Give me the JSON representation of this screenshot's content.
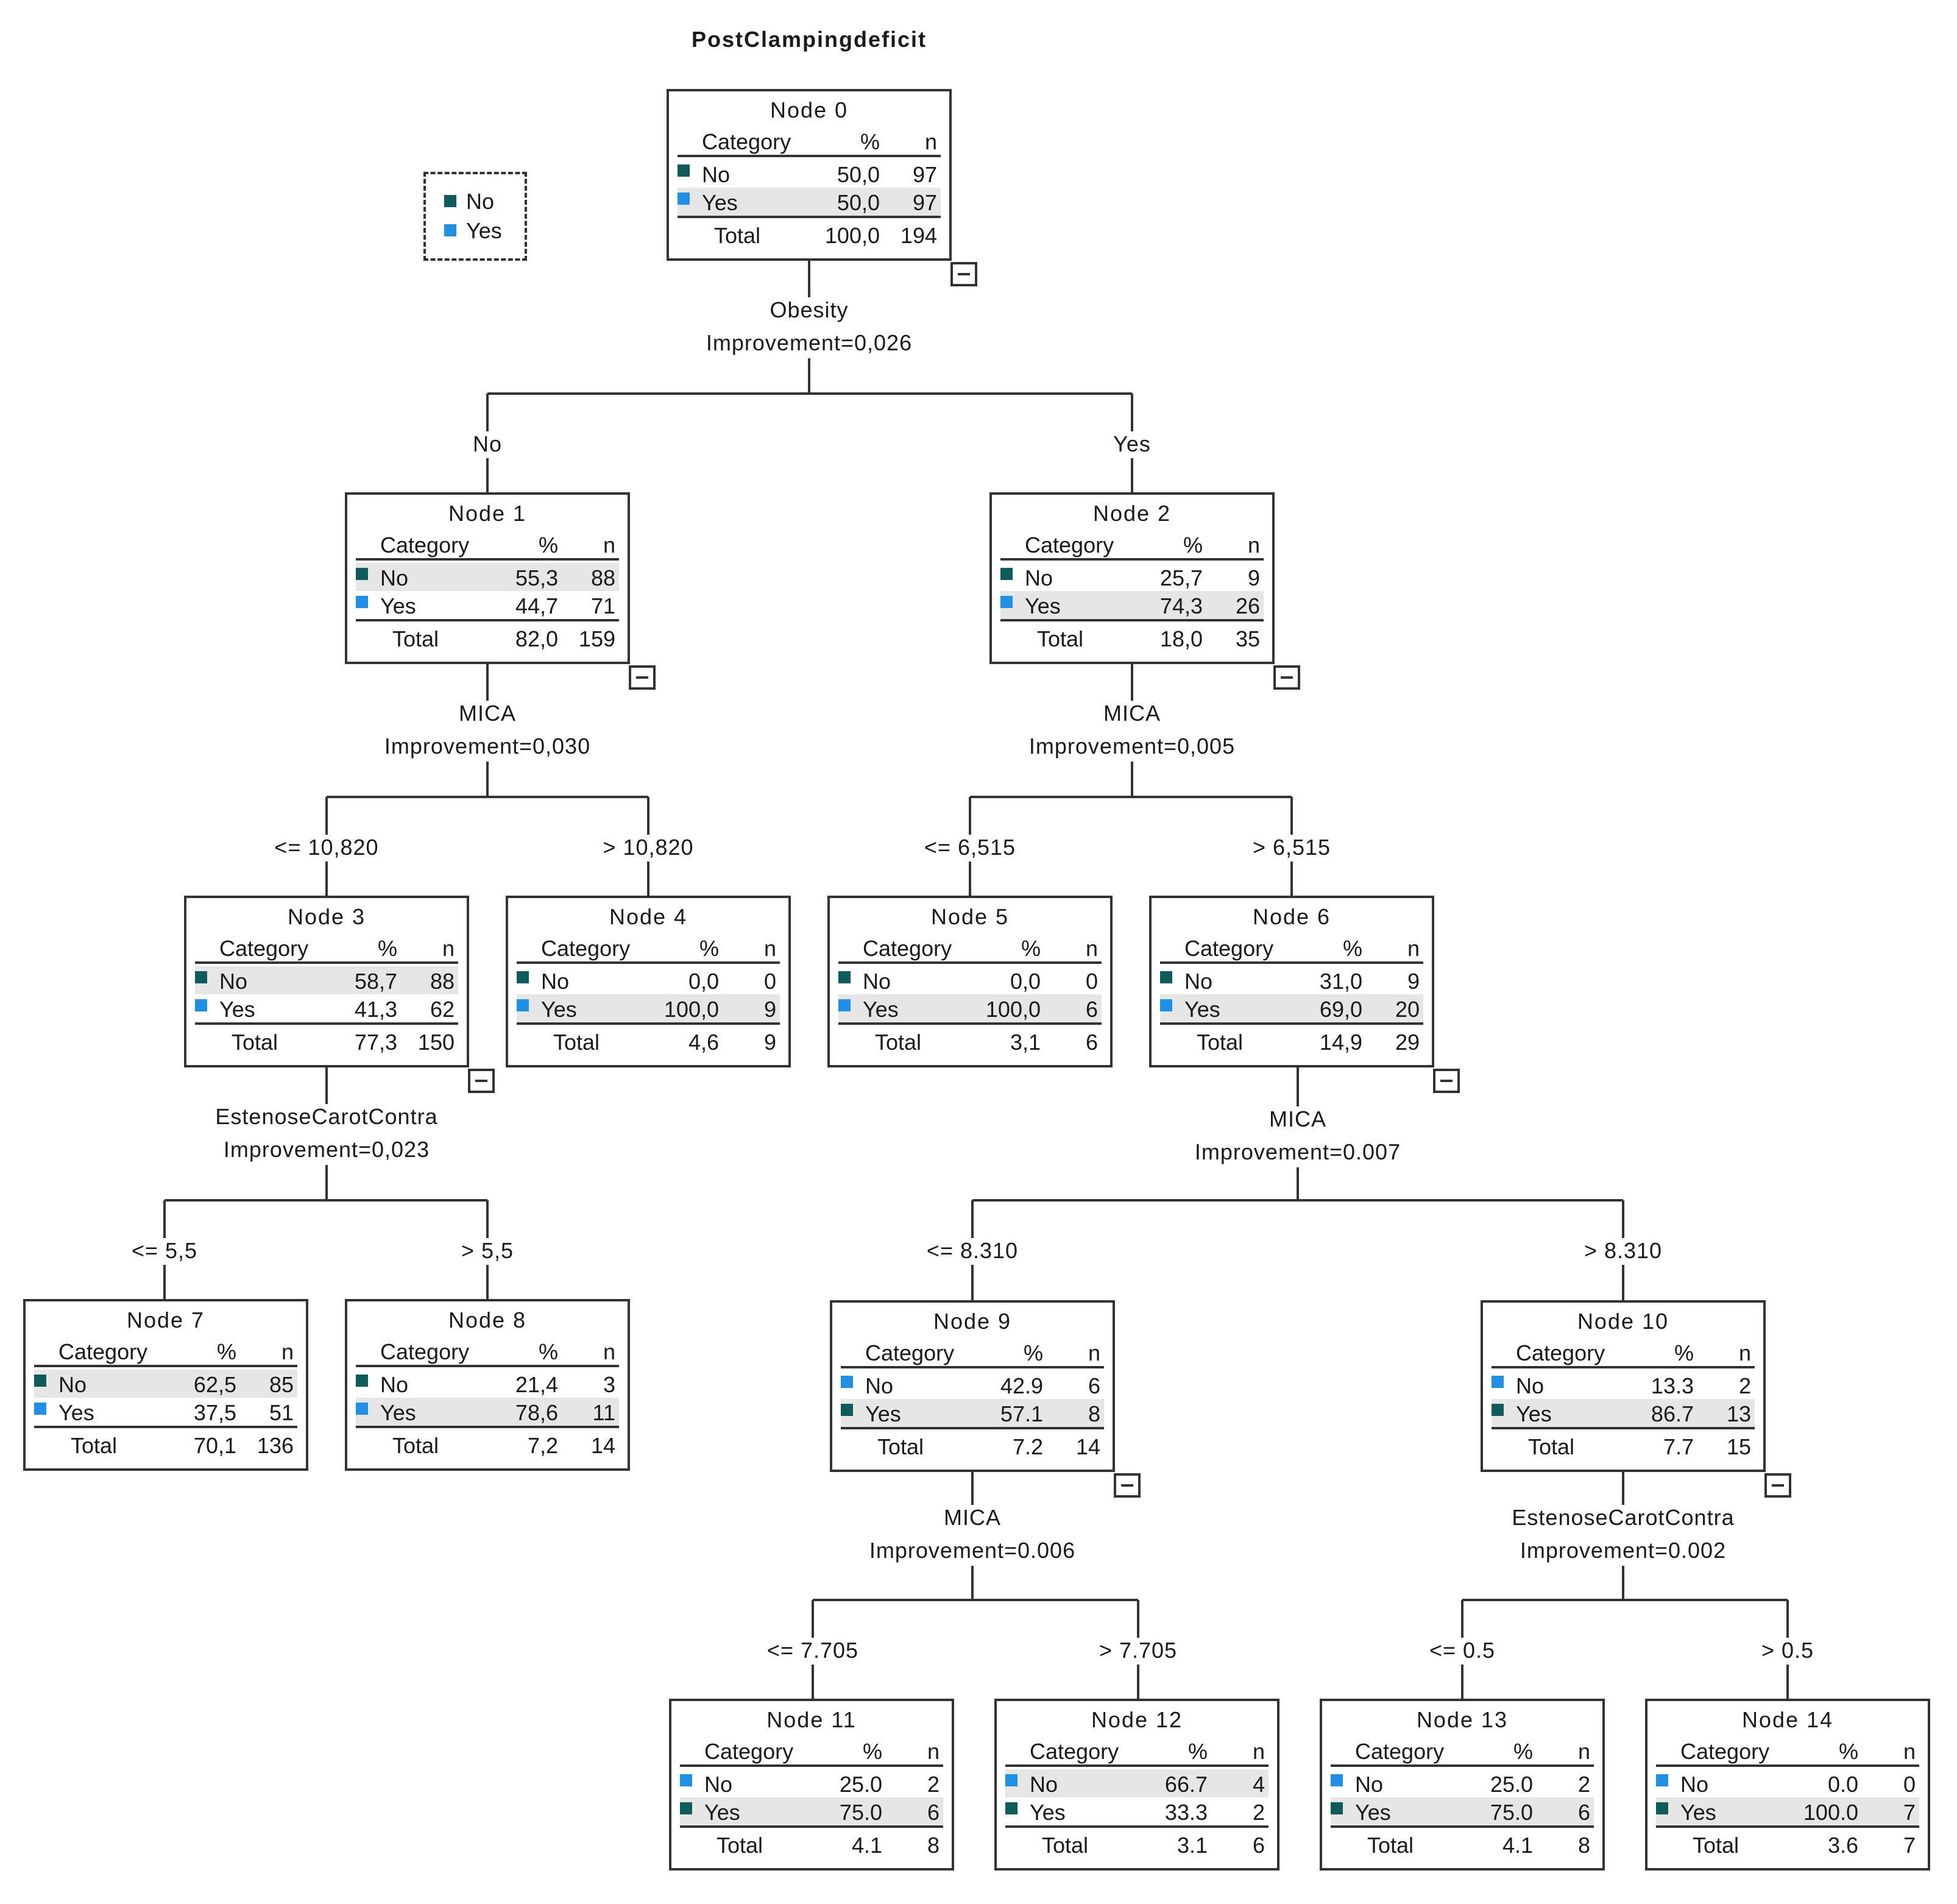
{
  "title": "PostClampingdeficit",
  "legend": {
    "no": "No",
    "yes": "Yes"
  },
  "colors": {
    "no_class": "#0d5b5b",
    "yes_class": "#1e90e6"
  },
  "labels": {
    "category": "Category",
    "pct": "%",
    "n": "n",
    "total": "Total"
  },
  "nodes": {
    "n0": {
      "name": "Node 0",
      "r1": {
        "cat": "No",
        "pct": "50,0",
        "n": "97"
      },
      "r2": {
        "cat": "Yes",
        "pct": "50,0",
        "n": "97"
      },
      "tot": {
        "pct": "100,0",
        "n": "194"
      }
    },
    "n1": {
      "name": "Node 1",
      "r1": {
        "cat": "No",
        "pct": "55,3",
        "n": "88"
      },
      "r2": {
        "cat": "Yes",
        "pct": "44,7",
        "n": "71"
      },
      "tot": {
        "pct": "82,0",
        "n": "159"
      }
    },
    "n2": {
      "name": "Node 2",
      "r1": {
        "cat": "No",
        "pct": "25,7",
        "n": "9"
      },
      "r2": {
        "cat": "Yes",
        "pct": "74,3",
        "n": "26"
      },
      "tot": {
        "pct": "18,0",
        "n": "35"
      }
    },
    "n3": {
      "name": "Node 3",
      "r1": {
        "cat": "No",
        "pct": "58,7",
        "n": "88"
      },
      "r2": {
        "cat": "Yes",
        "pct": "41,3",
        "n": "62"
      },
      "tot": {
        "pct": "77,3",
        "n": "150"
      }
    },
    "n4": {
      "name": "Node 4",
      "r1": {
        "cat": "No",
        "pct": "0,0",
        "n": "0"
      },
      "r2": {
        "cat": "Yes",
        "pct": "100,0",
        "n": "9"
      },
      "tot": {
        "pct": "4,6",
        "n": "9"
      }
    },
    "n5": {
      "name": "Node 5",
      "r1": {
        "cat": "No",
        "pct": "0,0",
        "n": "0"
      },
      "r2": {
        "cat": "Yes",
        "pct": "100,0",
        "n": "6"
      },
      "tot": {
        "pct": "3,1",
        "n": "6"
      }
    },
    "n6": {
      "name": "Node 6",
      "r1": {
        "cat": "No",
        "pct": "31,0",
        "n": "9"
      },
      "r2": {
        "cat": "Yes",
        "pct": "69,0",
        "n": "20"
      },
      "tot": {
        "pct": "14,9",
        "n": "29"
      }
    },
    "n7": {
      "name": "Node 7",
      "r1": {
        "cat": "No",
        "pct": "62,5",
        "n": "85"
      },
      "r2": {
        "cat": "Yes",
        "pct": "37,5",
        "n": "51"
      },
      "tot": {
        "pct": "70,1",
        "n": "136"
      }
    },
    "n8": {
      "name": "Node 8",
      "r1": {
        "cat": "No",
        "pct": "21,4",
        "n": "3"
      },
      "r2": {
        "cat": "Yes",
        "pct": "78,6",
        "n": "11"
      },
      "tot": {
        "pct": "7,2",
        "n": "14"
      }
    },
    "n9": {
      "name": "Node 9",
      "r1": {
        "cat": "No",
        "pct": "42.9",
        "n": "6"
      },
      "r2": {
        "cat": "Yes",
        "pct": "57.1",
        "n": "8"
      },
      "tot": {
        "pct": "7.2",
        "n": "14"
      }
    },
    "n10": {
      "name": "Node 10",
      "r1": {
        "cat": "No",
        "pct": "13.3",
        "n": "2"
      },
      "r2": {
        "cat": "Yes",
        "pct": "86.7",
        "n": "13"
      },
      "tot": {
        "pct": "7.7",
        "n": "15"
      }
    },
    "n11": {
      "name": "Node 11",
      "r1": {
        "cat": "No",
        "pct": "25.0",
        "n": "2"
      },
      "r2": {
        "cat": "Yes",
        "pct": "75.0",
        "n": "6"
      },
      "tot": {
        "pct": "4.1",
        "n": "8"
      }
    },
    "n12": {
      "name": "Node 12",
      "r1": {
        "cat": "No",
        "pct": "66.7",
        "n": "4"
      },
      "r2": {
        "cat": "Yes",
        "pct": "33.3",
        "n": "2"
      },
      "tot": {
        "pct": "3.1",
        "n": "6"
      }
    },
    "n13": {
      "name": "Node 13",
      "r1": {
        "cat": "No",
        "pct": "25.0",
        "n": "2"
      },
      "r2": {
        "cat": "Yes",
        "pct": "75.0",
        "n": "6"
      },
      "tot": {
        "pct": "4.1",
        "n": "8"
      }
    },
    "n14": {
      "name": "Node 14",
      "r1": {
        "cat": "No",
        "pct": "0.0",
        "n": "0"
      },
      "r2": {
        "cat": "Yes",
        "pct": "100.0",
        "n": "7"
      },
      "tot": {
        "pct": "3.6",
        "n": "7"
      }
    }
  },
  "splits": {
    "s0": {
      "var": "Obesity",
      "imp": "Improvement=0,026"
    },
    "s1": {
      "var": "MICA",
      "imp": "Improvement=0,030"
    },
    "s2": {
      "var": "MICA",
      "imp": "Improvement=0,005"
    },
    "s3": {
      "var": "EstenoseCarotContra",
      "imp": "Improvement=0,023"
    },
    "s6": {
      "var": "MICA",
      "imp": "Improvement=0.007"
    },
    "s9": {
      "var": "MICA",
      "imp": "Improvement=0.006"
    },
    "s10": {
      "var": "EstenoseCarotContra",
      "imp": "Improvement=0.002"
    }
  },
  "branches": {
    "b1": "No",
    "b2": "Yes",
    "b3": "<= 10,820",
    "b4": "> 10,820",
    "b5": "<= 6,515",
    "b6": "> 6,515",
    "b7": "<= 5,5",
    "b8": "> 5,5",
    "b9": "<= 8.310",
    "b10": "> 8.310",
    "b11": "<= 7.705",
    "b12": "> 7.705",
    "b13": "<= 0.5",
    "b14": "> 0.5"
  }
}
